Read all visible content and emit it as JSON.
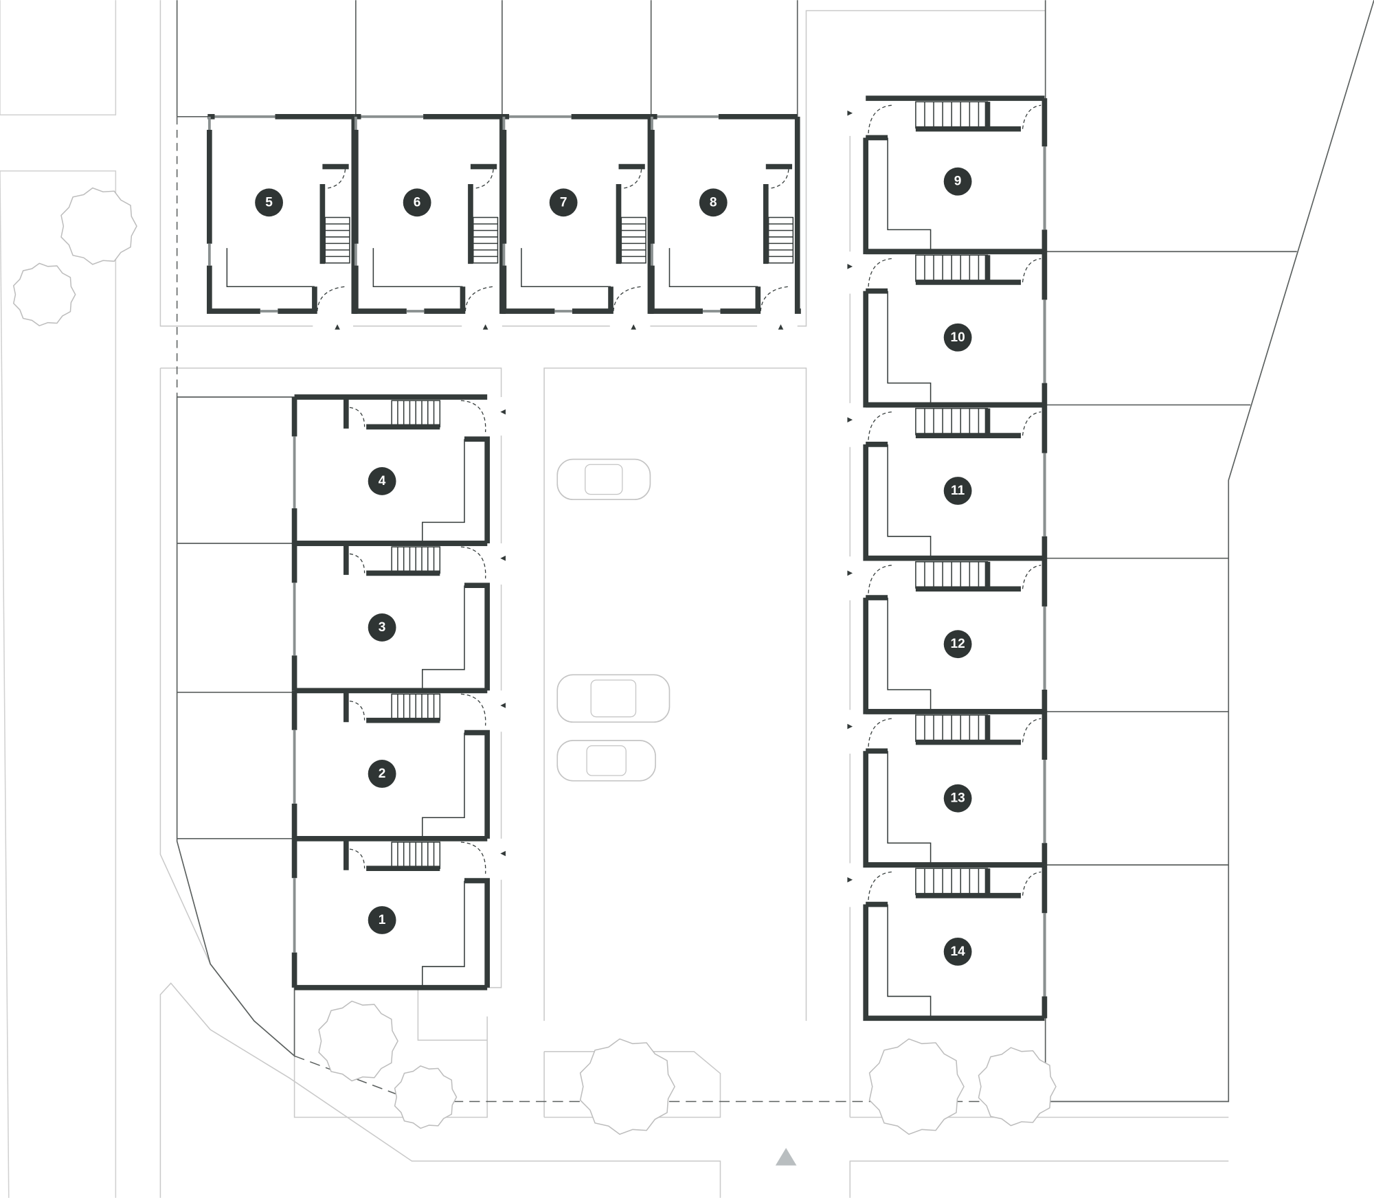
{
  "plan": {
    "colors": {
      "wall": "#343b3a",
      "site_line": "#c9c9c9",
      "boundary": "#5a5f5e",
      "badge": "#2f3534",
      "badge_text": "#ffffff",
      "north_arrow": "#b9bec0"
    },
    "top_row_units": [
      "5",
      "6",
      "7",
      "8"
    ],
    "left_column_units": [
      "4",
      "3",
      "2",
      "1"
    ],
    "right_column_units": [
      "9",
      "10",
      "11",
      "12",
      "13",
      "14"
    ]
  }
}
